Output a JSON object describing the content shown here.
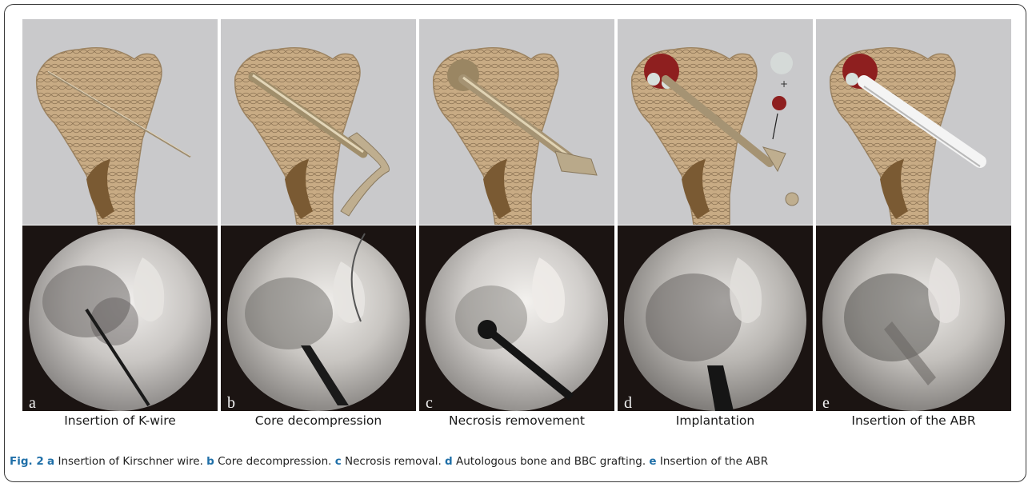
{
  "panels": [
    {
      "letter": "a",
      "label": "Insertion of K-wire"
    },
    {
      "letter": "b",
      "label": "Core decompression"
    },
    {
      "letter": "c",
      "label": "Necrosis removement"
    },
    {
      "letter": "d",
      "label": "Implantation"
    },
    {
      "letter": "e",
      "label": "Insertion of the ABR"
    }
  ],
  "caption": {
    "fig_label": "Fig. 2",
    "items": [
      {
        "letter": "a",
        "text": " Insertion of Kirschner wire. "
      },
      {
        "letter": "b",
        "text": " Core decompression. "
      },
      {
        "letter": "c",
        "text": " Necrosis removal. "
      },
      {
        "letter": "d",
        "text": " Autologous bone and BBC grafting. "
      },
      {
        "letter": "e",
        "text": " Insertion of the ABR"
      }
    ]
  },
  "colors": {
    "illustration_bg": "#c9c9cb",
    "xray_bg": "#1b1412",
    "bone": "#c8ab84",
    "instrument": "#b9a98a",
    "graft_red": "#8e1f1f",
    "caption_accent": "#1f6fa8"
  }
}
